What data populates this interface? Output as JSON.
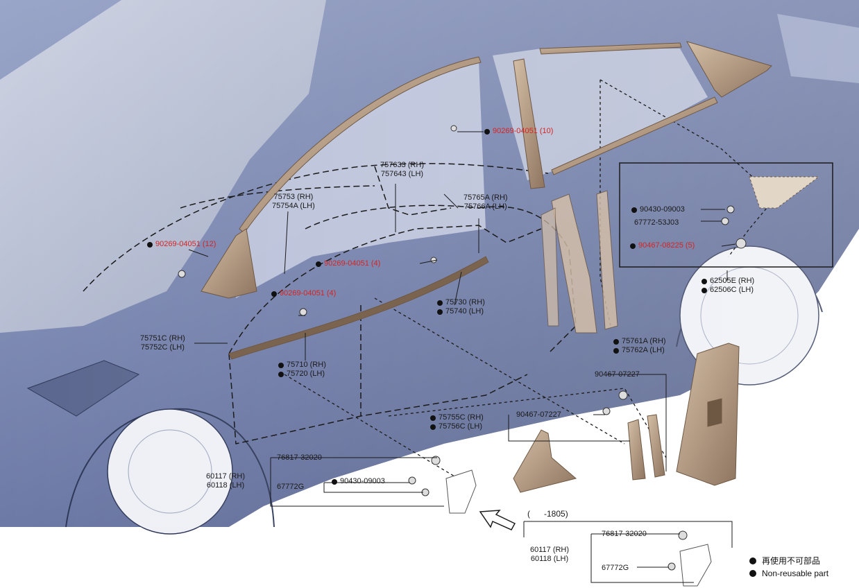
{
  "callouts": {
    "c1": {
      "text": "90269-04051 (10)",
      "red": true,
      "dot": true
    },
    "c2": {
      "line1": "757633 (RH)",
      "line2": "757643 (LH)"
    },
    "c3": {
      "line1": "75753 (RH)",
      "line2": "75754A (LH)"
    },
    "c4": {
      "line1": "75765A (RH)",
      "line2": "75766A (LH)"
    },
    "c5": {
      "text": "90269-04051 (12)",
      "red": true,
      "dot": true
    },
    "c6": {
      "text": "90269-04051 (4)",
      "red": true,
      "dot": true
    },
    "c7": {
      "text": "90269-04051 (4)",
      "red": true,
      "dot": true
    },
    "c8": {
      "line1": "75730 (RH)",
      "line2": "75740 (LH)",
      "dot": true
    },
    "c9": {
      "line1": "75751C (RH)",
      "line2": "75752C (LH)"
    },
    "c10": {
      "line1": "75710 (RH)",
      "line2": "75720 (LH)",
      "dot": true
    },
    "c11": {
      "text": "90430-09003",
      "dot": true
    },
    "c12": {
      "text": "67772-53J03"
    },
    "c13": {
      "text": "90467-08225 (5)",
      "red": true,
      "dot": true
    },
    "c14": {
      "line1": "62505E (RH)",
      "line2": "62506C (LH)",
      "dot": true
    },
    "c15": {
      "line1": "75761A (RH)",
      "line2": "75762A (LH)",
      "dot": true
    },
    "c16": {
      "text": "90467-07227"
    },
    "c17": {
      "text": "90467-07227"
    },
    "c18": {
      "line1": "75755C (RH)",
      "line2": "75756C (LH)",
      "dot": true
    },
    "c19": {
      "text": "76817-32020"
    },
    "c20": {
      "line1": "60117 (RH)",
      "line2": "60118 (LH)"
    },
    "c21": {
      "text": "67772G"
    },
    "c22": {
      "text": "90430-09003",
      "dot": true
    }
  },
  "inset": {
    "title": "(      -1805)",
    "clip": "76817-32020",
    "pair_rh": "60117 (RH)",
    "pair_lh": "60118 (LH)",
    "seal": "67772G"
  },
  "legend": {
    "jp": "再使用不可部品",
    "en": "Non-reusable part"
  },
  "colors": {
    "body": "#4a5a84",
    "body_light": "#8d9bc2",
    "glass": "#c6ccdc",
    "part": "#b39a82",
    "part_edge": "#6e5844",
    "callout_red": "#d42424"
  }
}
